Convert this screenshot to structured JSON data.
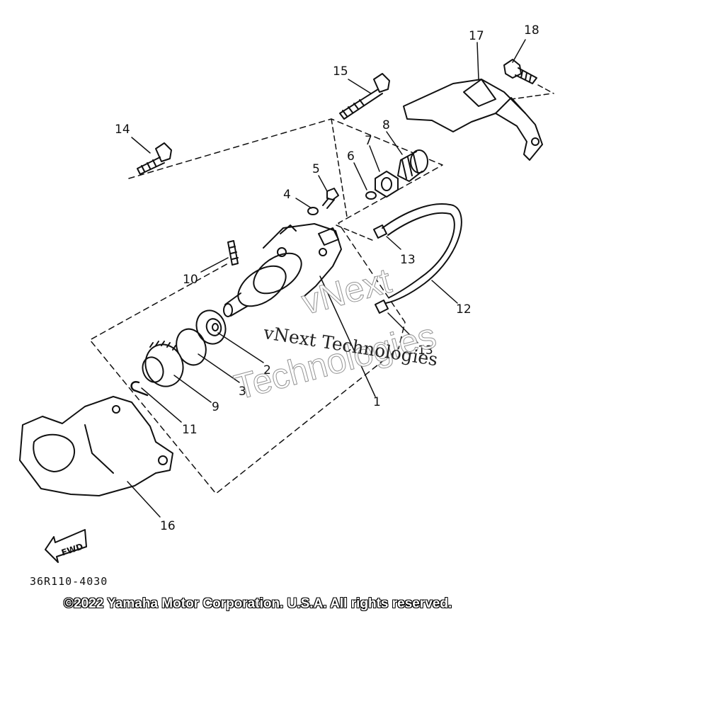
{
  "diagram": {
    "callouts": [
      "1",
      "2",
      "3",
      "4",
      "5",
      "6",
      "7",
      "8",
      "9",
      "10",
      "11",
      "12",
      "13",
      "13",
      "14",
      "15",
      "16",
      "17",
      "18"
    ],
    "fwd_label": "FWD",
    "diagram_code": "36R110-4030",
    "copyright": "©2022 Yamaha Motor Corporation. U.S.A. All rights reserved.",
    "watermark": {
      "serif_text": "vNext Technologies",
      "outline_line1": "vNext",
      "outline_line2": "Technologies"
    }
  }
}
